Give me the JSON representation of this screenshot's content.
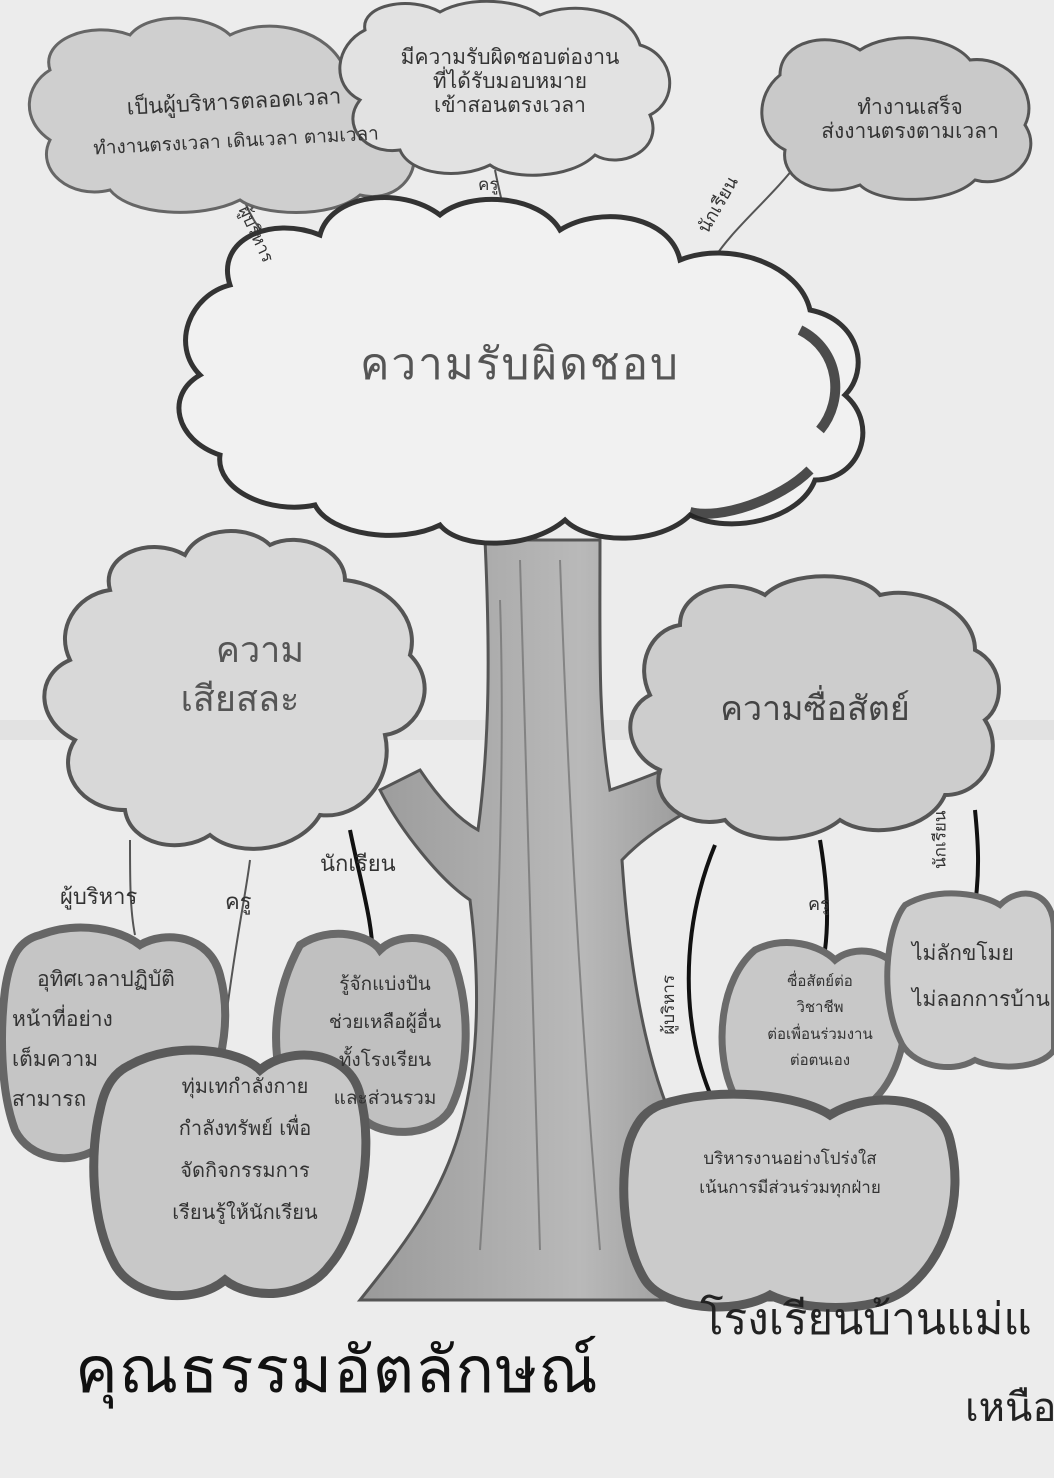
{
  "clouds": {
    "main": "ความรับผิดชอบ",
    "admin_top": [
      "เป็นผู้บริหารตลอดเวลา",
      "ทำงานตรงเวลา  เดินเวลา ตามเวลา"
    ],
    "teacher_top": [
      "มีความรับผิดชอบต่องาน",
      "ที่ได้รับมอบหมาย",
      "เข้าสอนตรงเวลา"
    ],
    "student_top": [
      "ทำงานเสร็จ",
      "ส่งงานตรงตามเวลา"
    ],
    "sacrifice": [
      "ความ",
      "เสียสละ"
    ],
    "honesty": "ความซื่อสัตย์"
  },
  "branch_labels": {
    "admin_top": "ผู้บริหาร",
    "teacher_top": "ครู",
    "student_top": "นักเรียน",
    "admin_left": "ผู้บริหาร",
    "teacher_left": "ครู",
    "student_left": "นักเรียน",
    "admin_right": "ผู้บริหาร",
    "teacher_right": "ครู",
    "student_right": "นักเรียน"
  },
  "apples": {
    "admin_left": [
      "อุทิศเวลาปฏิบัติ",
      "หน้าที่อย่าง",
      "เต็มความ",
      "สามารถ"
    ],
    "teacher_left": [
      "ทุ่มเทกำลังกาย",
      "กำลังทรัพย์ เพื่อ",
      "จัดกิจกรรมการ",
      "เรียนรู้ให้นักเรียน"
    ],
    "student_left": [
      "รู้จักแบ่งปัน",
      "ช่วยเหลือผู้อื่น",
      "ทั้งโรงเรียน",
      "และส่วนรวม"
    ],
    "teacher_right": [
      "ซื่อสัตย์ต่อ",
      "วิชาชีพ",
      "ต่อเพื่อนร่วมงาน",
      "ต่อตนเอง"
    ],
    "student_right": [
      "ไม่ลักขโมย",
      "ไม่ลอกการบ้าน"
    ],
    "admin_right": [
      "บริหารงานอย่างโปร่งใส",
      "เน้นการมีส่วนร่วมทุกฝ่าย"
    ]
  },
  "footer": {
    "title": "คุณธรรมอัตลักษณ์",
    "school": "โรงเรียนบ้านแม่แ",
    "region": "เหนือ"
  }
}
